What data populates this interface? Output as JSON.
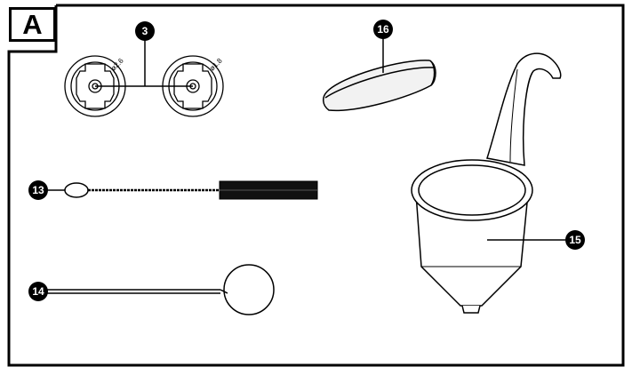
{
  "panel_label": "A",
  "callouts": {
    "nozzles": "3",
    "brush": "13",
    "needle": "14",
    "cup": "15",
    "lid": "16"
  },
  "nozzle_sizes": [
    "ø2.6",
    "ø1.8"
  ]
}
